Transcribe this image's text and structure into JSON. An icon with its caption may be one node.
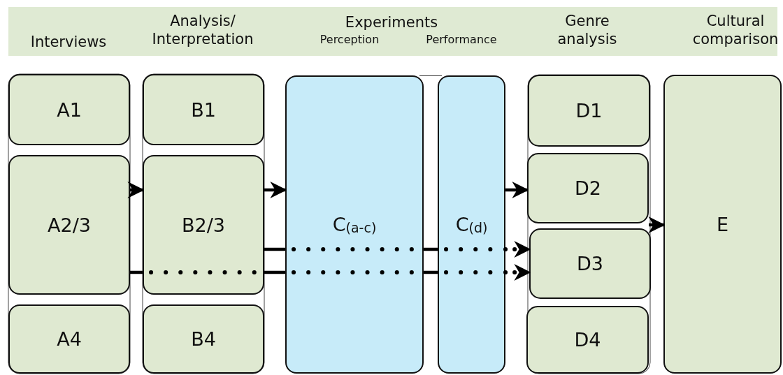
{
  "diagram": {
    "nodes": [
      {
        "text": [
          "A1"
        ]
      },
      {
        "text": [
          "A2/3"
        ]
      },
      {
        "text": [
          "A4"
        ]
      },
      {
        "text": [
          "B1"
        ]
      },
      {
        "text": [
          "B2/3"
        ]
      },
      {
        "text": [
          "B4"
        ]
      },
      {
        "text": [
          "C$_{(a-c)}$"
        ]
      },
      {
        "text": [
          "C$_{(d)}$"
        ]
      },
      {
        "text": [
          "D1"
        ]
      },
      {
        "text": [
          "D2"
        ]
      },
      {
        "text": [
          "D3"
        ]
      },
      {
        "text": [
          "D4"
        ]
      },
      {
        "text": [
          "E"
        ]
      }
    ],
    "edges": [
      {
        "from": 1,
        "to": 4,
        "arrow": "to"
      },
      {
        "from": 4,
        "to": 6,
        "arrow": "to"
      },
      {
        "from": 7,
        "to": 9,
        "arrow": "to"
      },
      {
        "from": 9,
        "to": 12,
        "arrow": "to"
      },
      {
        "from": 4,
        "to": 6,
        "arrow": "none"
      },
      {
        "from": 6,
        "to": 7,
        "arrow": "none"
      },
      {
        "from": 7,
        "to": 10,
        "arrow": "to",
        "style": "dashed"
      },
      {
        "from": 1,
        "to": 4,
        "arrow": "none"
      },
      {
        "from": 4,
        "to": 6,
        "arrow": "none"
      },
      {
        "from": 6,
        "to": 7,
        "arrow": "none"
      },
      {
        "from": 7,
        "to": 10,
        "arrow": "to",
        "style": "dashed"
      }
    ],
    "labels": [
      "Interviews",
      "Analysis/ Interpretation",
      "Experiments",
      "Perception",
      "Performance",
      "Genre analysis",
      "Cultural comparison"
    ]
  }
}
